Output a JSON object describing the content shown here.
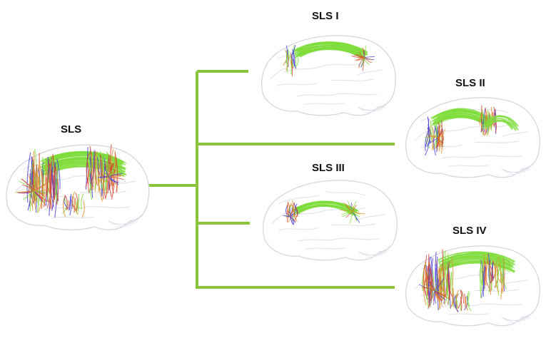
{
  "root": {
    "label": "SLS"
  },
  "branches": [
    {
      "label": "SLS I"
    },
    {
      "label": "SLS II"
    },
    {
      "label": "SLS III"
    },
    {
      "label": "SLS IV"
    }
  ],
  "colors": {
    "connector": "#8cc43c",
    "brain_outline": "#d6d8e0",
    "tract_green": "#7ddc3a",
    "tract_red": "#d8402c",
    "tract_blue": "#4a3ed8",
    "tract_orange": "#e0902c"
  }
}
